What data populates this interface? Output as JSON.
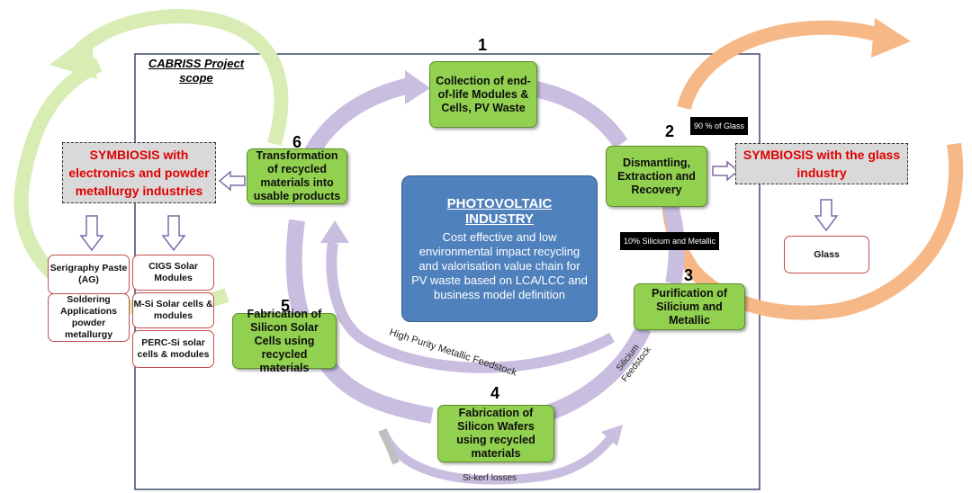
{
  "scope_label": "CABRISS Project scope",
  "center": {
    "title": "PHOTOVOLTAIC INDUSTRY",
    "body": "Cost effective and low environmental impact recycling and valorisation value chain for PV waste based on LCA/LCC and business model definition"
  },
  "steps": [
    {
      "num": "1",
      "label": "Collection of end-of-life Modules & Cells, PV Waste"
    },
    {
      "num": "2",
      "label": "Dismantling, Extraction and Recovery"
    },
    {
      "num": "3",
      "label": "Purification of Silicium and Metallic"
    },
    {
      "num": "4",
      "label": "Fabrication of Silicon Wafers using recycled materials"
    },
    {
      "num": "5",
      "label": "Fabrication of Silicon Solar Cells using recycled materials"
    },
    {
      "num": "6",
      "label": "Transformation of recycled materials into usable products"
    }
  ],
  "notes": {
    "glass_pct": "90 % of Glass",
    "silicium_pct": "10% Silicium and Metallic"
  },
  "symbiosis": {
    "glass": "SYMBIOSIS with the glass industry",
    "electronics": "SYMBIOSIS with electronics and powder metallurgy industries"
  },
  "outputs": {
    "glass": "Glass",
    "left": [
      "Serigraphy Paste (AG)",
      "Soldering Applications powder metallurgy"
    ],
    "right": [
      "CIGS Solar Modules",
      "M-Si Solar cells & modules",
      "PERC-Si solar cells & modules"
    ]
  },
  "flow_labels": {
    "metallic": "High Purity Metallic Feedstock",
    "silicium": "Silicium Feedstock",
    "kerf": "Si-kerf losses"
  },
  "colors": {
    "step_fill": "#92d050",
    "center_fill": "#4f81bd",
    "symbiosis_text": "#e00000",
    "cycle_arrow": "#c9bde0",
    "left_loop": "#d8ecb4",
    "right_loop": "#f7b887"
  }
}
